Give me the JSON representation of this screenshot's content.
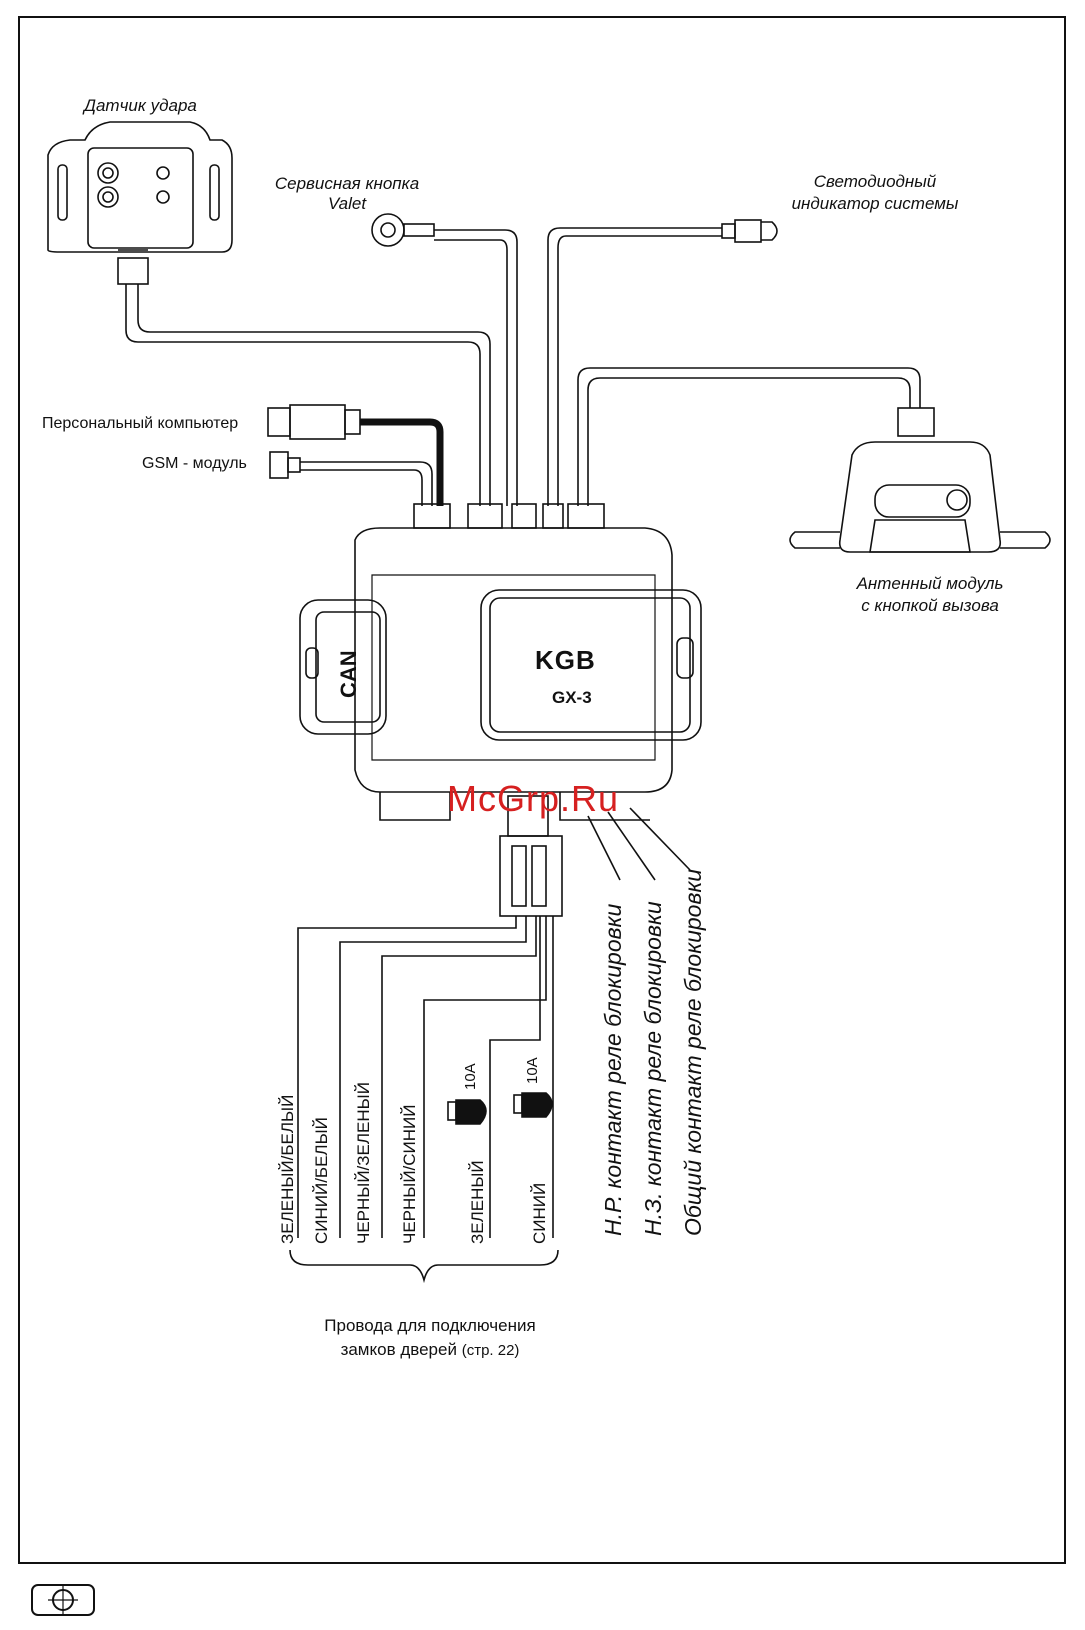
{
  "labels": {
    "shock_sensor": "Датчик удара",
    "valet_line1": "Сервисная кнопка",
    "valet_line2": "Valet",
    "led_line1": "Светодиодный",
    "led_line2": "индикатор системы",
    "pc": "Персональный компьютер",
    "gsm": "GSM - модуль",
    "antenna_line1": "Антенный модуль",
    "antenna_line2": "с кнопкой вызова",
    "can": "CAN",
    "logo": "KGB",
    "model": "GX-3",
    "fuse1": "10А",
    "fuse2": "10А",
    "footer_line1": "Провода для подключения",
    "footer_line2_main": "замков дверей",
    "footer_line2_ref": "(стр. 22)"
  },
  "wires": [
    "ЗЕЛЕНЫЙ/БЕЛЫЙ",
    "СИНИЙ/БЕЛЫЙ",
    "ЧЕРНЫЙ/ЗЕЛЕНЫЙ",
    "ЧЕРНЫЙ/СИНИЙ",
    "ЗЕЛЕНЫЙ",
    "СИНИЙ"
  ],
  "relay_contacts": [
    "Н.Р. контакт реле блокировки",
    "Н.З. контакт реле блокировки",
    "Общий контакт реле блокировки"
  ],
  "watermark": "McGrp.Ru",
  "colors": {
    "watermark": "#d62020",
    "line": "#111111"
  }
}
